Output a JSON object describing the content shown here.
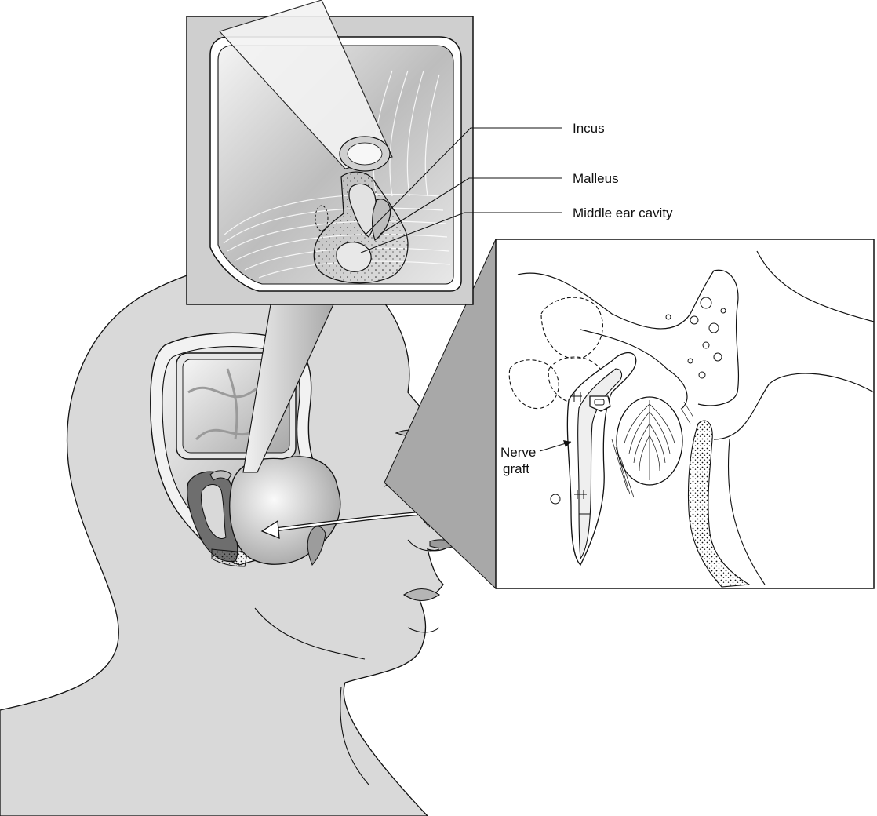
{
  "labels": {
    "incus": "Incus",
    "malleus": "Malleus",
    "middle_ear_cavity": "Middle ear cavity",
    "nerve_graft_line1": "Nerve",
    "nerve_graft_line2": "graft"
  },
  "colors": {
    "background": "#ffffff",
    "head_fill": "#d9d9d9",
    "inset_fill": "#cfcfcf",
    "panel_fill": "#ffffff",
    "outline": "#111111",
    "dark_tissue": "#6e6e6e"
  }
}
